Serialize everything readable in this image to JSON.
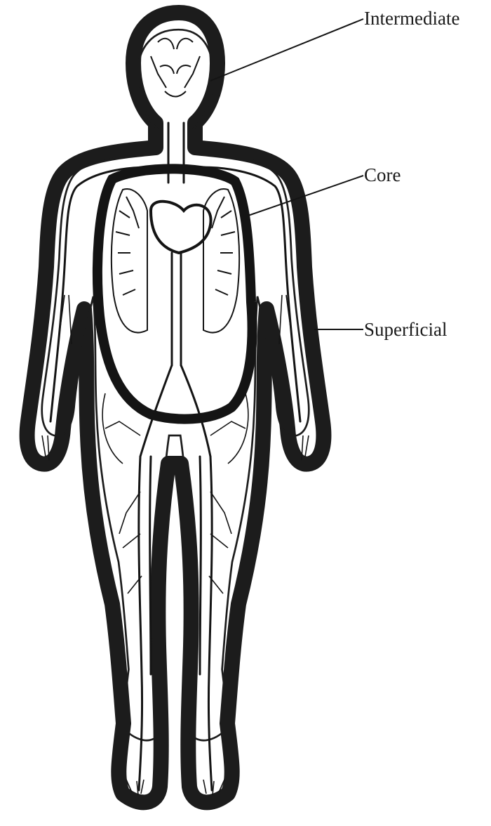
{
  "figure": {
    "colors": {
      "ink": "#141414",
      "paper": "#ffffff",
      "shell": "#1c1c1c"
    },
    "labels": {
      "intermediate": "Intermediate",
      "core": "Core",
      "superficial": "Superficial"
    }
  }
}
